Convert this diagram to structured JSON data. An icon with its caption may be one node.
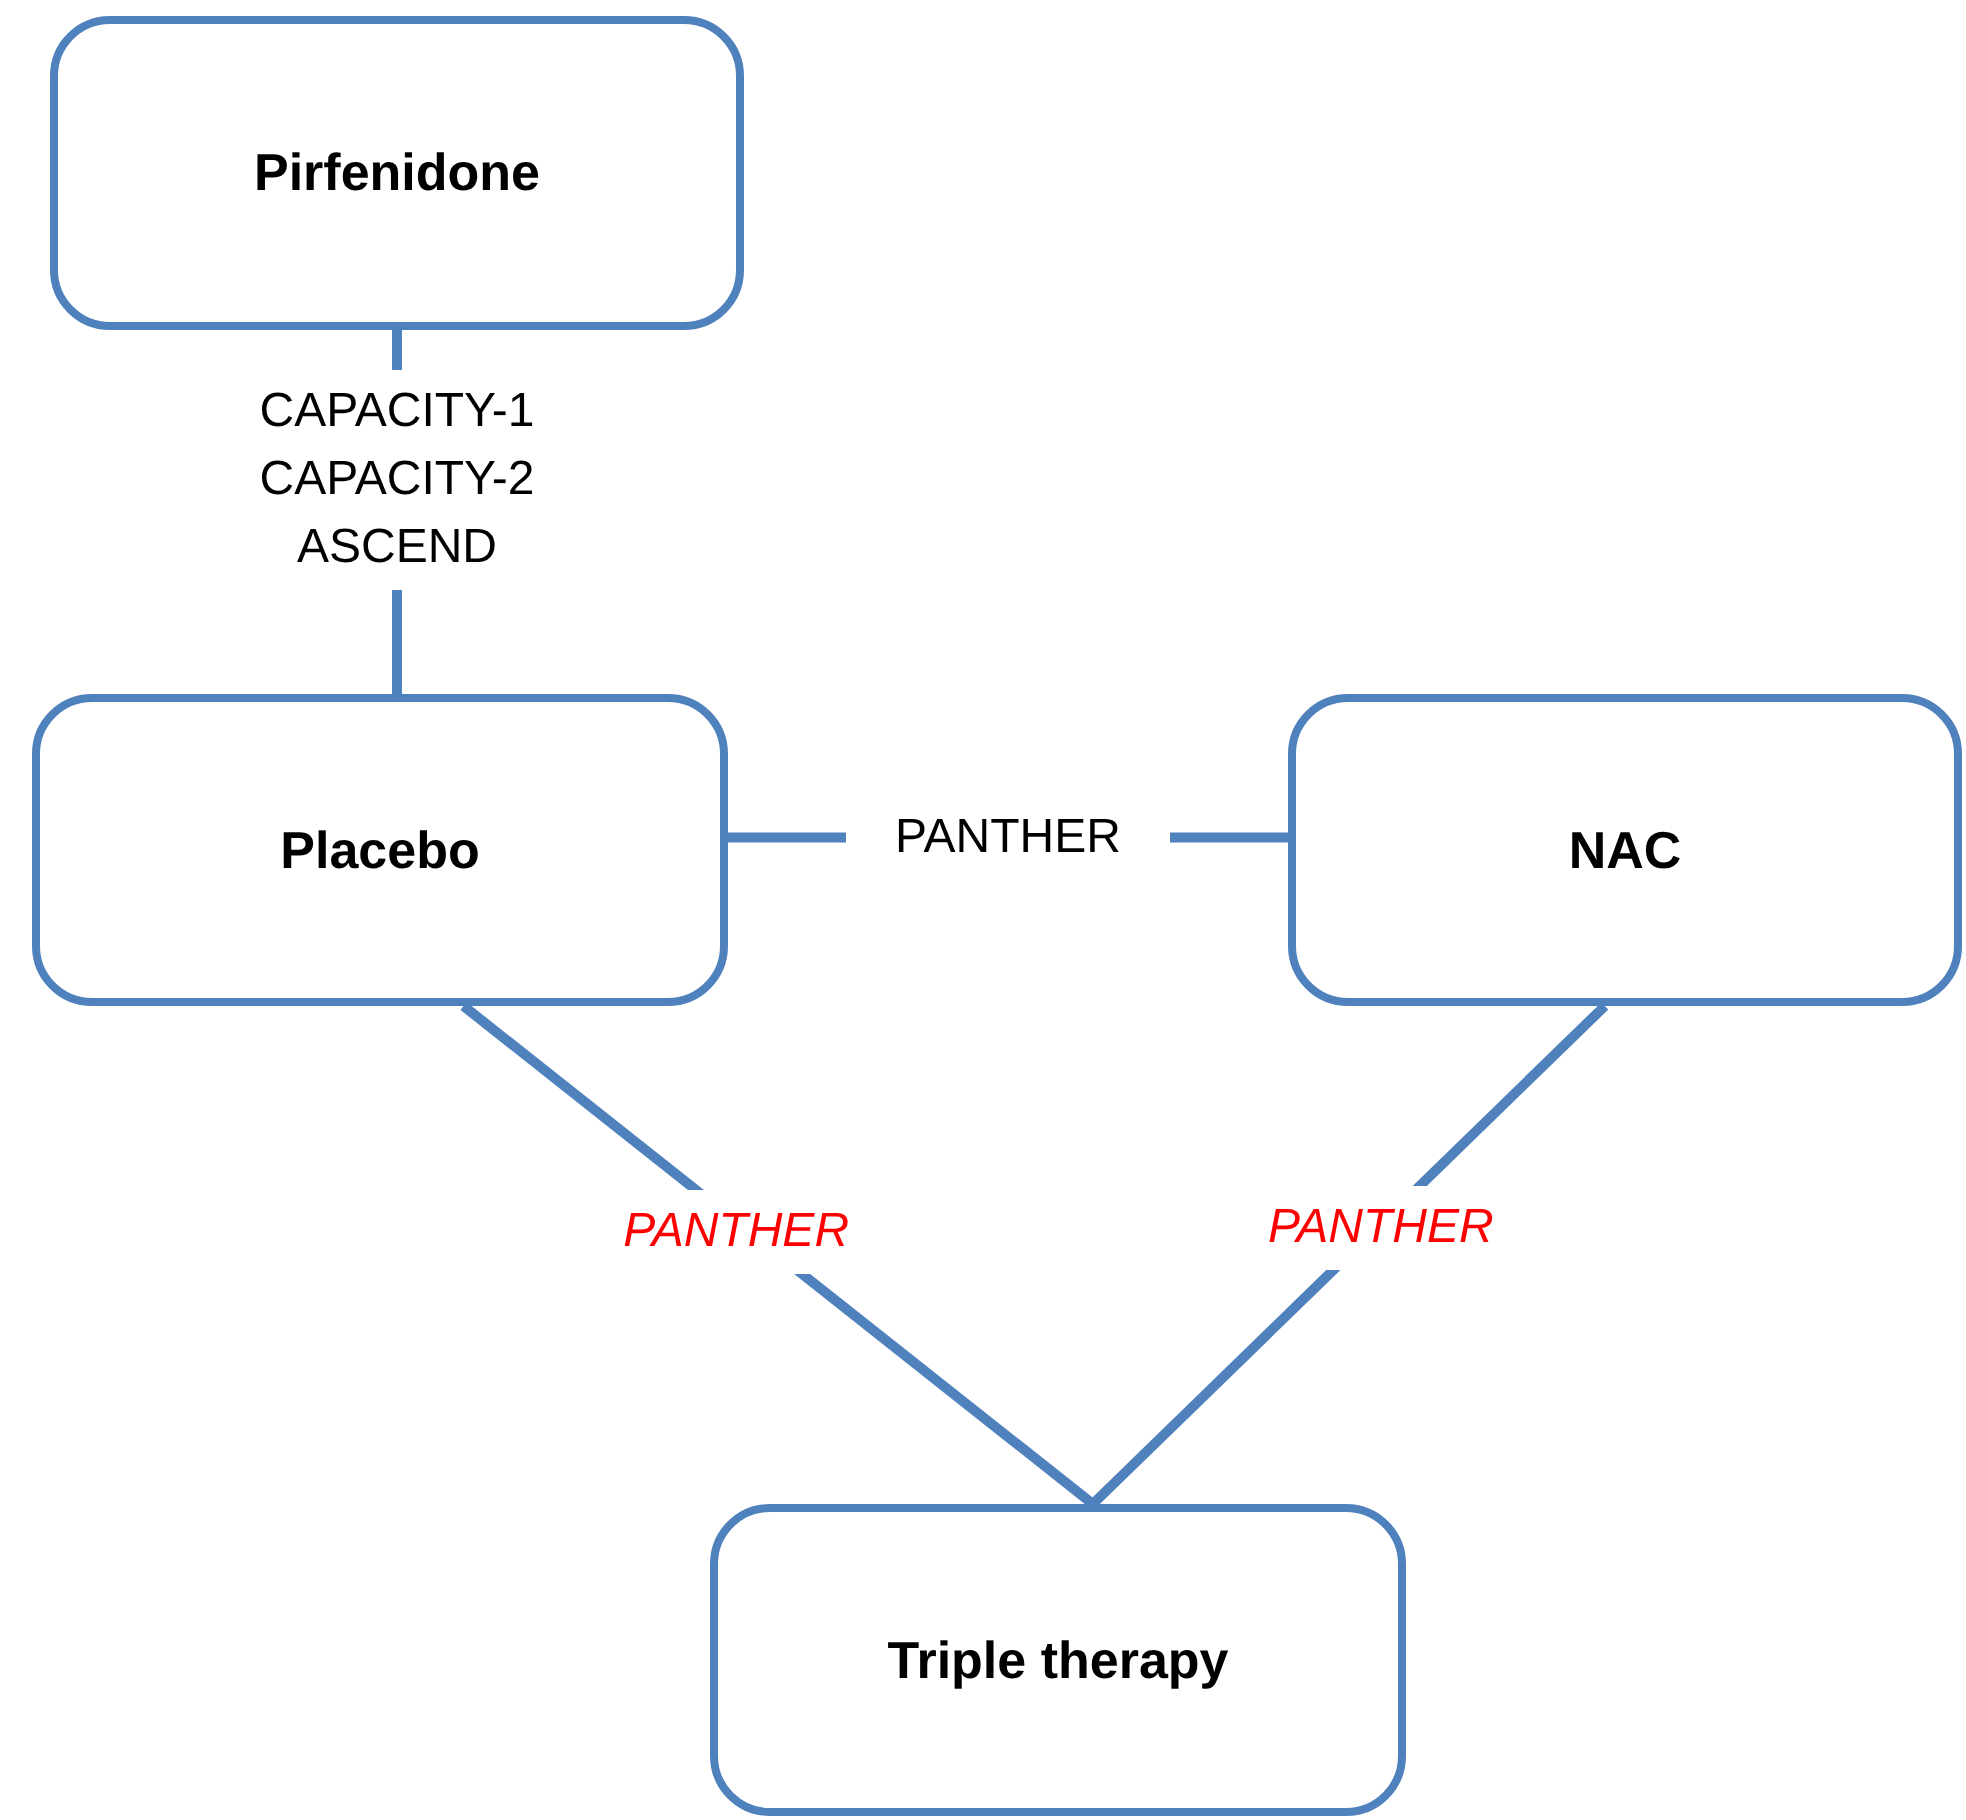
{
  "diagram": {
    "nodes": [
      {
        "text": [
          "Pirfenidone"
        ]
      },
      {
        "text": [
          "Placebo"
        ]
      },
      {
        "text": [
          "NAC"
        ]
      },
      {
        "text": [
          "Triple therapy"
        ]
      }
    ],
    "edges": [
      {
        "from": 0,
        "to": 1,
        "arrow": "none",
        "label": "CAPACITY-1 CAPACITY-2 ASCEND"
      },
      {
        "from": 1,
        "to": 2,
        "arrow": "none",
        "label": "PANTHER"
      },
      {
        "from": 1,
        "to": 3,
        "arrow": "none",
        "label": "PANTHER"
      },
      {
        "from": 2,
        "to": 3,
        "arrow": "none",
        "label": "PANTHER"
      }
    ]
  }
}
